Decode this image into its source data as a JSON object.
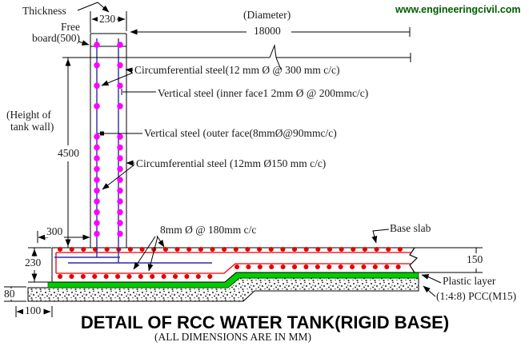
{
  "watermark": "www.engineeringcivil.com",
  "title": "DETAIL OF RCC WATER TANK(RIGID BASE)",
  "subtitle": "(ALL DIMENSIONS ARE IN MM)",
  "annotations": {
    "thickness": "Thickness",
    "free_board_line1": "Free",
    "free_board_line2": "board(500)",
    "diameter": "(Diameter)",
    "height_line1": "(Height of",
    "height_line2": "tank wall)",
    "circ_steel_top": "Circumferential steel(12 mm Ø @ 300 mm c/c)",
    "vert_steel_inner": "Vertical steel (inner face1 2mm Ø @ 200mmc/c)",
    "vert_steel_outer": "Vertical steel (outer face(8mmØ@90mmc/c)",
    "circ_steel_bottom": "Circumferential steel (12mm Ø150 mm c/c)",
    "base_bars": "8mm Ø @ 180mm c/c",
    "base_slab": "Base slab",
    "plastic_layer": "Plastic layer",
    "pcc": "(1:4:8) PCC(M15)"
  },
  "dimensions": {
    "wall_thickness": "230",
    "diameter_value": "18000",
    "wall_height": "4500",
    "toe_width": "300",
    "slab_edge_thickness": "230",
    "slab_thickness": "150",
    "pcc_thickness": "80",
    "pcc_offset": "100"
  },
  "colors": {
    "wall_rebar_dots": "#ff00ff",
    "wall_rebar_bars": "#2a2aaa",
    "slab_rebar": "#e60000",
    "plastic_layer": "#00cc00",
    "watermark": "#005c00",
    "lines": "#000000"
  }
}
